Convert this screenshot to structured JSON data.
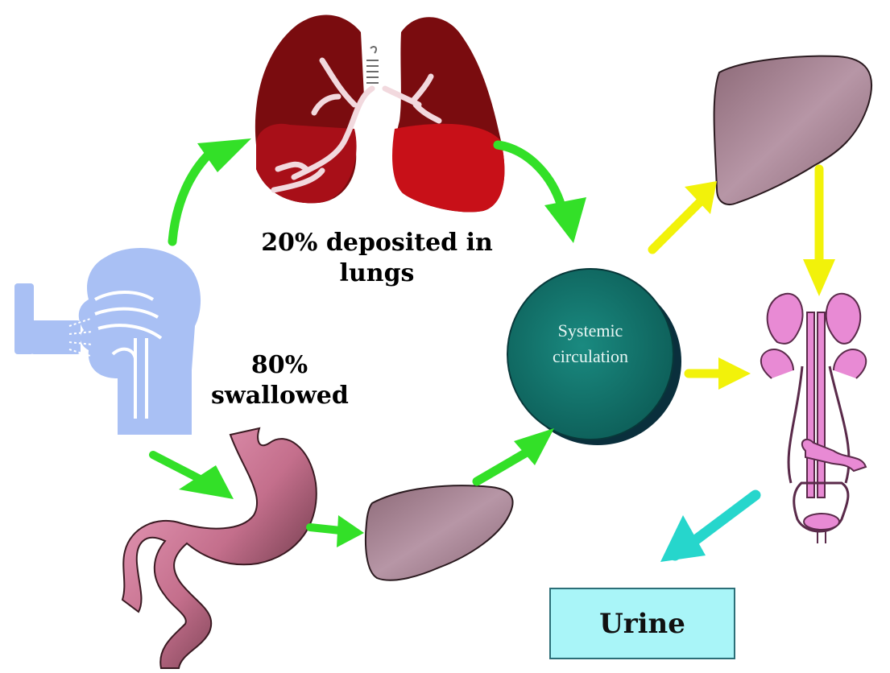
{
  "labels": {
    "lungs_line1": "20% deposited in",
    "lungs_line2": "lungs",
    "swallowed_line1": "80%",
    "swallowed_line2": "swallowed",
    "circulation_line1": "Systemic",
    "circulation_line2": "circulation",
    "urine": "Urine"
  },
  "colors": {
    "green_arrow": "#33e028",
    "yellow_arrow": "#f2f20a",
    "cyan_arrow": "#26d6cc",
    "lung_dark": "#7a0c0f",
    "lung_red": "#c81018",
    "liver": "#a07d8c",
    "stomach": "#c46f8c",
    "kidney_pink": "#e88ad4",
    "head_blue": "#a9c0f4",
    "circulation": "#13716a",
    "urine_box": "#a9f5f8"
  },
  "icons": {
    "head": "head-inhaler-icon",
    "lungs": "lungs-icon",
    "stomach": "stomach-icon",
    "liver": "liver-icon",
    "urinary": "urinary-system-icon"
  }
}
